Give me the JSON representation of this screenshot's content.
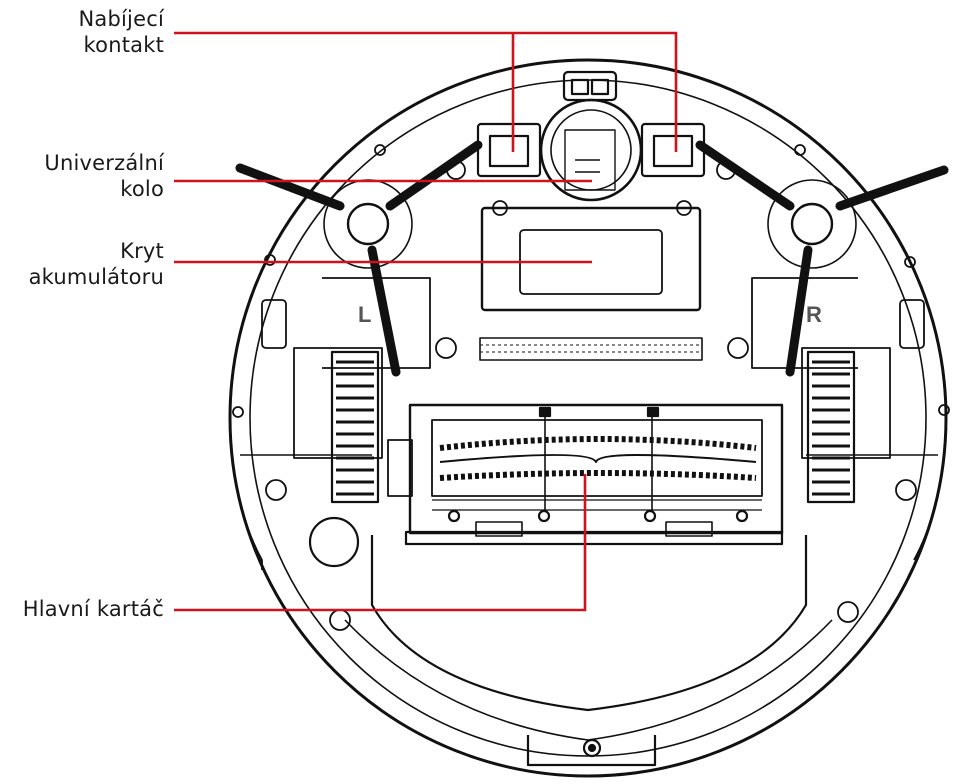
{
  "labels": {
    "charging_contact": {
      "line1": "Nabíjecí",
      "line2": "kontakt"
    },
    "universal_wheel": {
      "line1": "Univerzální",
      "line2": "kolo"
    },
    "battery_cover": {
      "line1": "Kryt",
      "line2": "akumulátoru"
    },
    "main_brush": {
      "line1": "Hlavní kartáč"
    }
  },
  "wheel_marks": {
    "left": "L",
    "right": "R"
  },
  "colors": {
    "leader_line": "#d0121f",
    "outline": "#111111",
    "background": "#ffffff"
  }
}
